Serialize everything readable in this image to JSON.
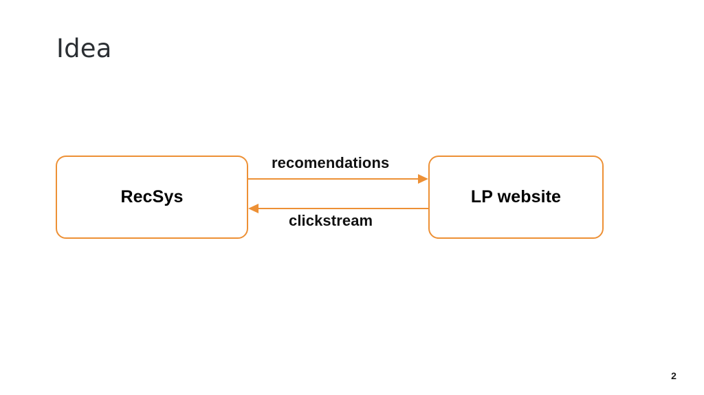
{
  "slide": {
    "title": "Idea",
    "page_number": "2",
    "background_color": "#ffffff",
    "accent_color": "#ed9035",
    "title_color": "#2b2f33",
    "text_color": "#000000"
  },
  "diagram": {
    "type": "flow",
    "nodes": [
      {
        "id": "recsys",
        "label": "RecSys",
        "shape": "rounded-rectangle",
        "border_color": "#ed9035",
        "fill_color": "#ffffff",
        "text_color": "#000000"
      },
      {
        "id": "lpwebsite",
        "label": "LP website",
        "shape": "rounded-rectangle",
        "border_color": "#ed9035",
        "fill_color": "#ffffff",
        "text_color": "#000000"
      }
    ],
    "edges": [
      {
        "id": "recomendations",
        "label": "recomendations",
        "from": "recsys",
        "to": "lpwebsite",
        "direction": "right",
        "color": "#ed9035"
      },
      {
        "id": "clickstream",
        "label": "clickstream",
        "from": "lpwebsite",
        "to": "recsys",
        "direction": "left",
        "color": "#ed9035"
      }
    ]
  }
}
